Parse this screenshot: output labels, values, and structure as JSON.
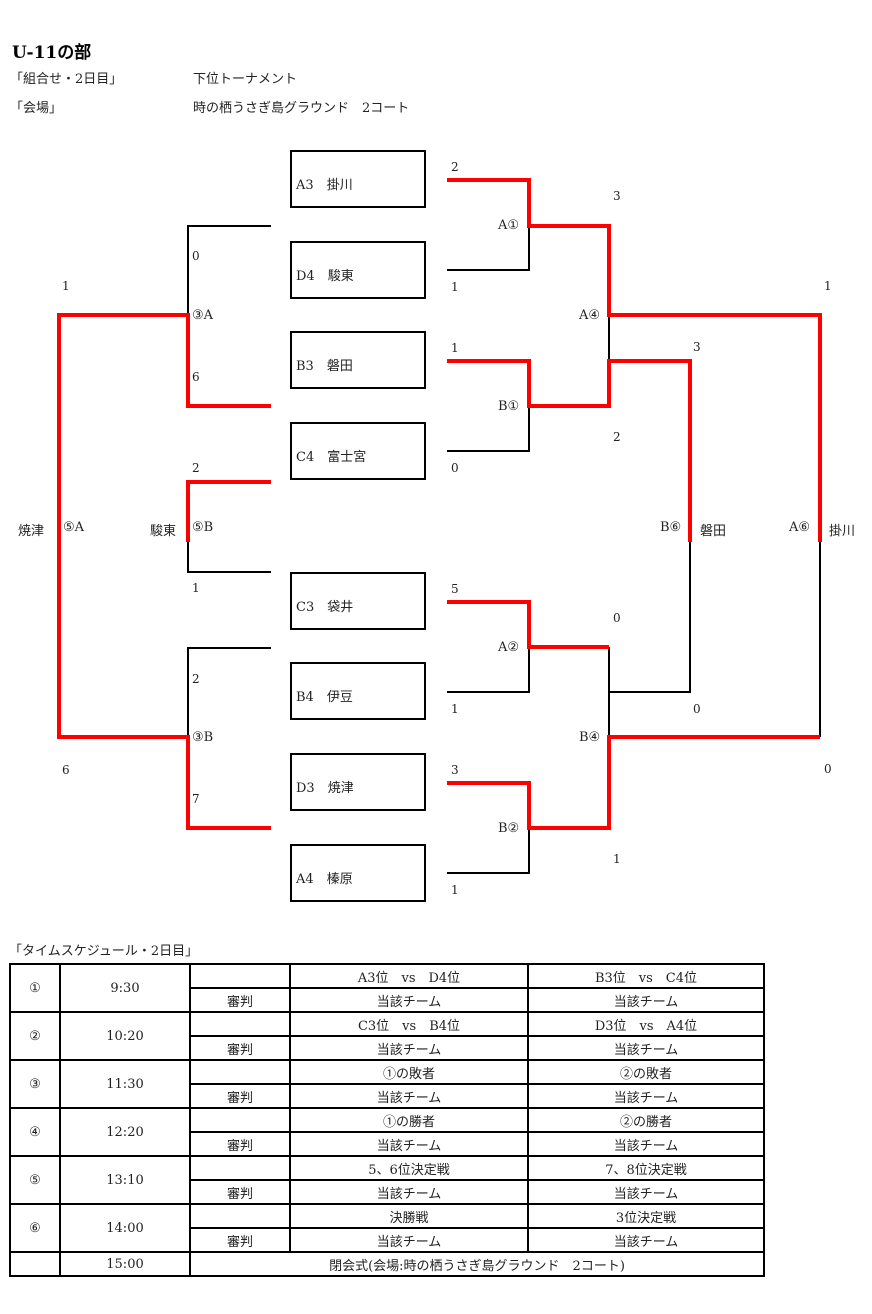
{
  "header": {
    "title": "U-11の部",
    "row1_label": "「組合せ・2日目」",
    "row1_value": "下位トーナメント",
    "row2_label": "「会場」",
    "row2_value": "時の栖うさぎ島グラウンド　2コート"
  },
  "bracket": {
    "teams": [
      {
        "seed": "A3",
        "name": "掛川"
      },
      {
        "seed": "D4",
        "name": "駿東"
      },
      {
        "seed": "B3",
        "name": "磐田"
      },
      {
        "seed": "C4",
        "name": "富士宮"
      },
      {
        "seed": "C3",
        "name": "袋井"
      },
      {
        "seed": "B4",
        "name": "伊豆"
      },
      {
        "seed": "D3",
        "name": "焼津"
      },
      {
        "seed": "A4",
        "name": "榛原"
      }
    ],
    "round1": [
      {
        "label": "A①",
        "top_score": "2",
        "bottom_score": "1",
        "winner": "top"
      },
      {
        "label": "B①",
        "top_score": "1",
        "bottom_score": "0",
        "winner": "top"
      },
      {
        "label": "A②",
        "top_score": "5",
        "bottom_score": "1",
        "winner": "top"
      },
      {
        "label": "B②",
        "top_score": "3",
        "bottom_score": "1",
        "winner": "top"
      }
    ],
    "winners_semis": [
      {
        "label": "A④",
        "top_score": "3",
        "bottom_score": "2",
        "winner": "top"
      },
      {
        "label": "B④",
        "top_score": "0",
        "bottom_score": "1",
        "winner": "bottom"
      }
    ],
    "losers_semis": [
      {
        "label": "③A",
        "top_score": "0",
        "bottom_score": "6",
        "winner": "bottom"
      },
      {
        "label": "③B",
        "top_score": "2",
        "bottom_score": "7",
        "winner": "bottom"
      }
    ],
    "final": {
      "label": "A⑥",
      "top_score": "1",
      "bottom_score": "0",
      "winner_name": "掛川"
    },
    "third_place": {
      "label": "B⑥",
      "top_score": "3",
      "bottom_score": "0",
      "winner_name": "磐田"
    },
    "fifth_place": {
      "label": "⑤A",
      "top_score": "1",
      "bottom_score": "6",
      "winner_name": "焼津"
    },
    "seventh_place": {
      "label": "⑤B",
      "top_score": "2",
      "bottom_score": "1",
      "winner_name": "駿東"
    },
    "colors": {
      "win_line": "#ff0000",
      "line": "#000000"
    }
  },
  "schedule": {
    "title": "「タイムスケジュール・2日目」",
    "referee_label": "審判",
    "rows": [
      {
        "no": "①",
        "time": "9:30",
        "match1": "A3位　vs　D4位",
        "match2": "B3位　vs　C4位",
        "ref1": "当該チーム",
        "ref2": "当該チーム"
      },
      {
        "no": "②",
        "time": "10:20",
        "match1": "C3位　vs　B4位",
        "match2": "D3位　vs　A4位",
        "ref1": "当該チーム",
        "ref2": "当該チーム"
      },
      {
        "no": "③",
        "time": "11:30",
        "match1": "①の敗者",
        "match2": "②の敗者",
        "ref1": "当該チーム",
        "ref2": "当該チーム"
      },
      {
        "no": "④",
        "time": "12:20",
        "match1": "①の勝者",
        "match2": "②の勝者",
        "ref1": "当該チーム",
        "ref2": "当該チーム"
      },
      {
        "no": "⑤",
        "time": "13:10",
        "match1": "5、6位決定戦",
        "match2": "7、8位決定戦",
        "ref1": "当該チーム",
        "ref2": "当該チーム"
      },
      {
        "no": "⑥",
        "time": "14:00",
        "match1": "決勝戦",
        "match2": "3位決定戦",
        "ref1": "当該チーム",
        "ref2": "当該チーム"
      }
    ],
    "closing": {
      "time": "15:00",
      "text": "閉会式(会場:時の栖うさぎ島グラウンド　2コート)"
    }
  }
}
